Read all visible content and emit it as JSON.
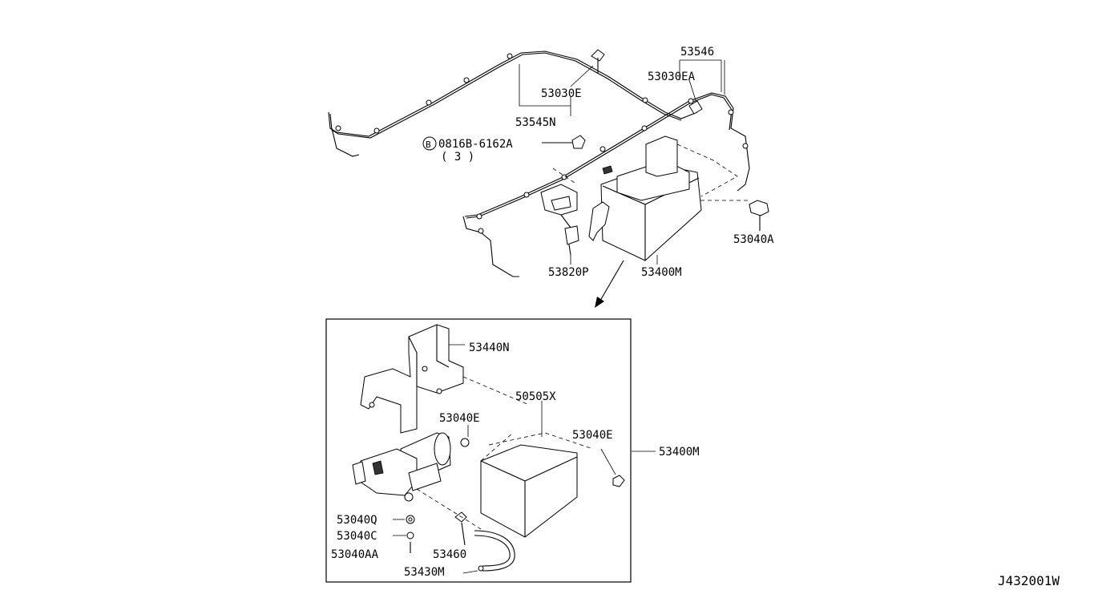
{
  "diagram_id": "J432001W",
  "callouts": {
    "p53546": "53546",
    "p53030EA": "53030EA",
    "p53030E": "53030E",
    "p53545N": "53545N",
    "bolt_circle": "B",
    "bolt_part": "0816B-6162A",
    "bolt_qty": "( 3 )",
    "p53040A": "53040A",
    "p53820P": "53820P",
    "p53400M_top": "53400M",
    "p53440N": "53440N",
    "p50505X": "50505X",
    "p53040E_left": "53040E",
    "p53040E_right": "53040E",
    "p53400M_detail": "53400M",
    "p53040Q": "53040Q",
    "p53040C": "53040C",
    "p53040AA": "53040AA",
    "p53460": "53460",
    "p53430M": "53430M"
  }
}
